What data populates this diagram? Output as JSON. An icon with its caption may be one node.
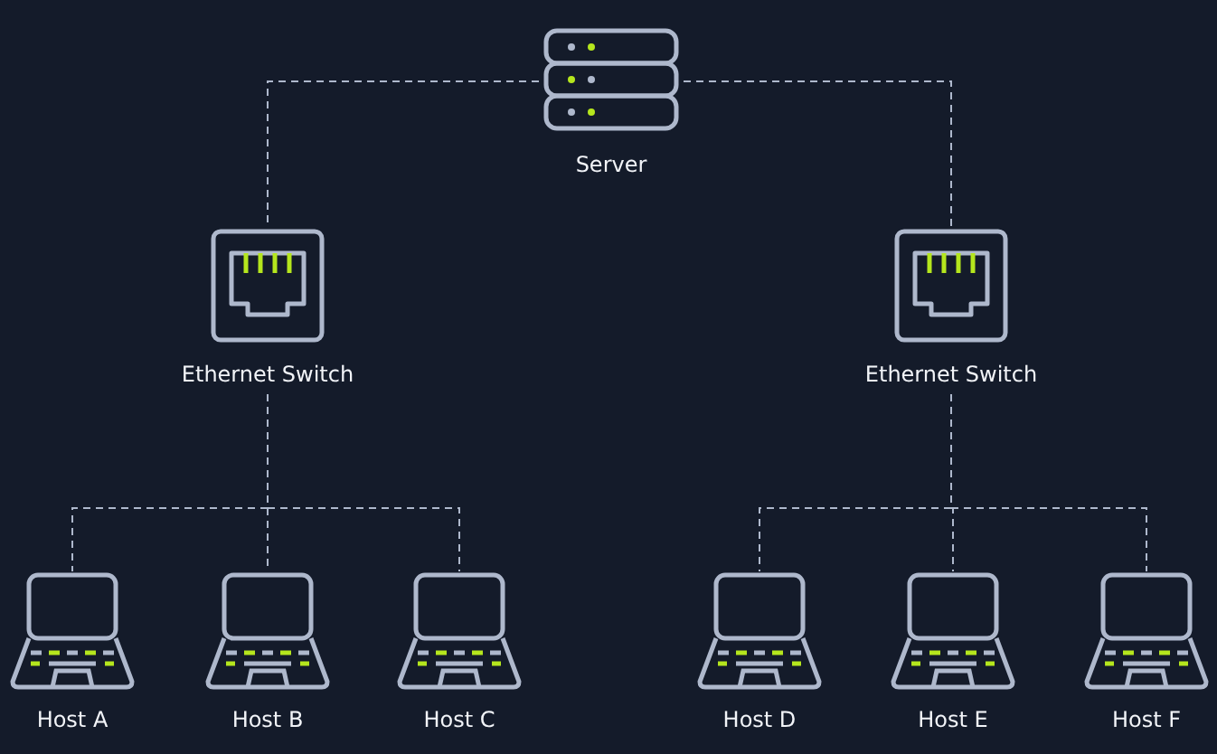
{
  "diagram": {
    "nodes": [
      {
        "text": [
          "Server"
        ]
      },
      {
        "text": [
          "Ethernet Switch"
        ]
      },
      {
        "text": [
          "Ethernet Switch"
        ]
      },
      {
        "text": [
          "Host A"
        ]
      },
      {
        "text": [
          "Host B"
        ]
      },
      {
        "text": [
          "Host C"
        ]
      },
      {
        "text": [
          "Host D"
        ]
      },
      {
        "text": [
          "Host E"
        ]
      },
      {
        "text": [
          "Host F"
        ]
      }
    ],
    "edges": [
      {
        "from": 0,
        "to": 1,
        "arrow": "none",
        "style": "dashed"
      },
      {
        "from": 0,
        "to": 2,
        "arrow": "none",
        "style": "dashed"
      },
      {
        "from": 1,
        "to": 3,
        "arrow": "none",
        "style": "dashed"
      },
      {
        "from": 1,
        "to": 4,
        "arrow": "none",
        "style": "dashed"
      },
      {
        "from": 1,
        "to": 5,
        "arrow": "none",
        "style": "dashed"
      },
      {
        "from": 2,
        "to": 6,
        "arrow": "none",
        "style": "dashed"
      },
      {
        "from": 2,
        "to": 7,
        "arrow": "none",
        "style": "dashed"
      },
      {
        "from": 2,
        "to": 8,
        "arrow": "none",
        "style": "dashed"
      }
    ]
  }
}
